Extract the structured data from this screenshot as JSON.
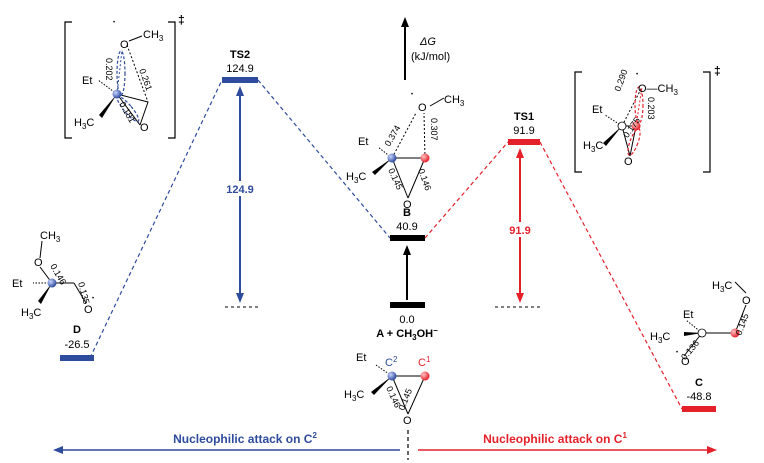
{
  "colors": {
    "blue": "#2e4b9c",
    "red": "#e4212a",
    "black": "#000000"
  },
  "axis": {
    "label_g": "ΔG",
    "unit": "(kJ/mol)"
  },
  "states": {
    "TS2": {
      "name": "TS2",
      "value": "124.9"
    },
    "TS1": {
      "name": "TS1",
      "value": "91.9"
    },
    "B": {
      "name": "B",
      "value": "40.9"
    },
    "A": {
      "value": "0.0",
      "name_prefix": "A + CH",
      "name_sub": "3",
      "name_mid": "OH",
      "name_sup": "−"
    },
    "D": {
      "name": "D",
      "value": "-26.5"
    },
    "C": {
      "name": "C",
      "value": "-48.8"
    }
  },
  "barriers": {
    "left": "124.9",
    "right": "91.9"
  },
  "direction": {
    "left": {
      "text": "Nucleophilic attack on C",
      "sup": "2"
    },
    "right": {
      "text": "Nucleophilic attack on C",
      "sup": "1"
    }
  },
  "ts_mark": "‡",
  "structures": {
    "TS2": {
      "ch3": "CH",
      "ch3_sub": "3",
      "et": "Et",
      "h3c": "H",
      "h3c_sub": "3",
      "h3c_c": "C",
      "o": "O",
      "d1": "0.261",
      "d2": "0.202",
      "d3": "0.181"
    },
    "TS1": {
      "ch3": "O—CH",
      "ch3_sub": "3",
      "et": "Et",
      "h3c": "H",
      "h3c_sub": "3",
      "h3c_c": "C",
      "o": "O",
      "d1": "0.290",
      "d2": "0.203",
      "d3": "0.175"
    },
    "B": {
      "ch3": "CH",
      "ch3_sub": "3",
      "et": "Et",
      "h3c": "H",
      "h3c_sub": "3",
      "h3c_c": "C",
      "o": "O",
      "d1": "0.374",
      "d2": "0.307",
      "d3": "0.145",
      "d4": "0.146"
    },
    "A": {
      "et": "Et",
      "c2": "C",
      "c2_sup": "2",
      "c1": "C",
      "c1_sup": "1",
      "h3c": "H",
      "h3c_sub": "3",
      "h3c_c": "C",
      "o": "O",
      "d1": "0.146",
      "d2": "0.145"
    },
    "D": {
      "ch3": "CH",
      "ch3_sub": "3",
      "o": "O",
      "et": "Et",
      "h3c": "H",
      "h3c_sub": "3",
      "h3c_c": "C",
      "d1": "0.146",
      "d2": "0.135"
    },
    "C": {
      "et": "Et",
      "h3c": "H",
      "h3c_sub": "3",
      "h3c_c": "C",
      "o": "O",
      "ch3": "H",
      "ch3_sub": "3",
      "ch3_c": "C",
      "d1": "0.136",
      "d2": "0.145"
    }
  }
}
